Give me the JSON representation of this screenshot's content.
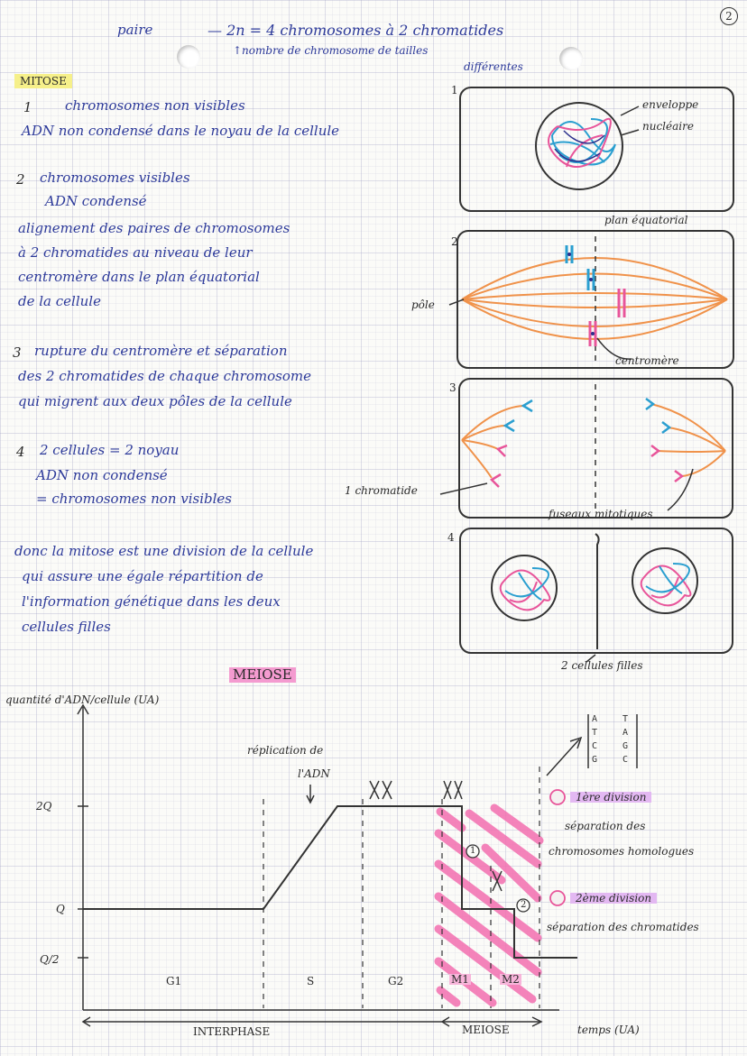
{
  "page_number": "2",
  "header": {
    "paire": "paire",
    "formula": "— 2n = 4 chromosomes à 2 chromatides",
    "subnote": "↑nombre de chromosome de tailles",
    "subnote2": "différentes"
  },
  "mitose": {
    "title": "MITOSE",
    "step1_num": "1",
    "step1_line1": "chromosomes non visibles",
    "step1_line2": "ADN non condensé dans le noyau de la cellule",
    "step2_num": "2",
    "step2_line1": "chromosomes visibles",
    "step2_line2": "ADN condensé",
    "step2_line3": "alignement des paires de chromosomes",
    "step2_line4": "à 2 chromatides au niveau de leur",
    "step2_line5": "centromère dans le plan équatorial",
    "step2_line6": "de la cellule",
    "step3_num": "3",
    "step3_line1": "rupture du centromère et séparation",
    "step3_line2": "des 2 chromatides de chaque chromosome",
    "step3_line3": "qui migrent aux deux pôles de la cellule",
    "step4_num": "4",
    "step4_line1": "2 cellules = 2 noyau",
    "step4_line2": "ADN non condensé",
    "step4_line3": "= chromosomes non visibles",
    "conclusion1": "donc la mitose est une division de la cellule",
    "conclusion2": "qui assure une égale répartition de",
    "conclusion3": "l'information génétique dans les deux",
    "conclusion4": "cellules filles"
  },
  "diagrams": {
    "d1_num": "1",
    "d1_label1": "enveloppe",
    "d1_label2": "nucléaire",
    "d2_num": "2",
    "d2_label_plan": "plan équatorial",
    "d2_label_pole": "pôle",
    "d2_label_centromere": "centromère",
    "d3_num": "3",
    "d3_label_chromatide": "1 chromatide",
    "d3_label_fuseaux": "fuseaux mitotiques",
    "d4_num": "4",
    "d4_label": "2 cellules filles"
  },
  "meiose": {
    "title": "MEIOSE",
    "ylabel": "quantité d'ADN/cellule (UA)",
    "replication1": "réplication de",
    "replication2": "l'ADN",
    "y_2Q": "2Q",
    "y_Q": "Q",
    "y_Q2": "Q/2",
    "phase_G1": "G1",
    "phase_S": "S",
    "phase_G2": "G2",
    "phase_M1": "M1",
    "phase_M2": "M2",
    "interphase": "INTERPHASE",
    "meiose_label": "MEIOSE",
    "xlabel": "temps (UA)",
    "circle1": "1",
    "circle2": "2",
    "div1_title": "1ère division",
    "div1_line1": "séparation des",
    "div1_line2": "chromosomes homologues",
    "div2_title": "2ème division",
    "div2_line1": "séparation des chromatides",
    "dna_left": [
      "A",
      "T",
      "C",
      "G"
    ],
    "dna_right": [
      "T",
      "A",
      "G",
      "C"
    ]
  },
  "colors": {
    "ink_blue": "#2d3a9a",
    "orange": "#f0924a",
    "pink": "#e8559a",
    "cyan": "#2a9fd0",
    "highlight_yellow": "#f6f08a",
    "highlight_pink": "#f49bd0",
    "highlight_violet": "#e3b8f2"
  }
}
